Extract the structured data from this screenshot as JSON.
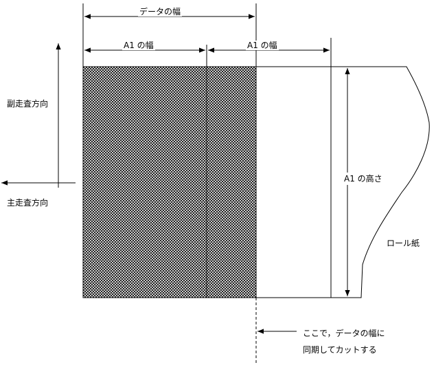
{
  "labels": {
    "data_width": "データの幅",
    "a1_width_left": "A1 の幅",
    "a1_width_right": "A1 の幅",
    "sub_scan": "副走査方向",
    "main_scan": "主走査方向",
    "a1_height": "A1 の高さ",
    "roll_paper": "ロール紙",
    "cut_note_line1": "ここで，データの幅に",
    "cut_note_line2": "同期してカットする"
  },
  "colors": {
    "line": "#000000",
    "hatch": "#000000",
    "background": "#ffffff"
  }
}
